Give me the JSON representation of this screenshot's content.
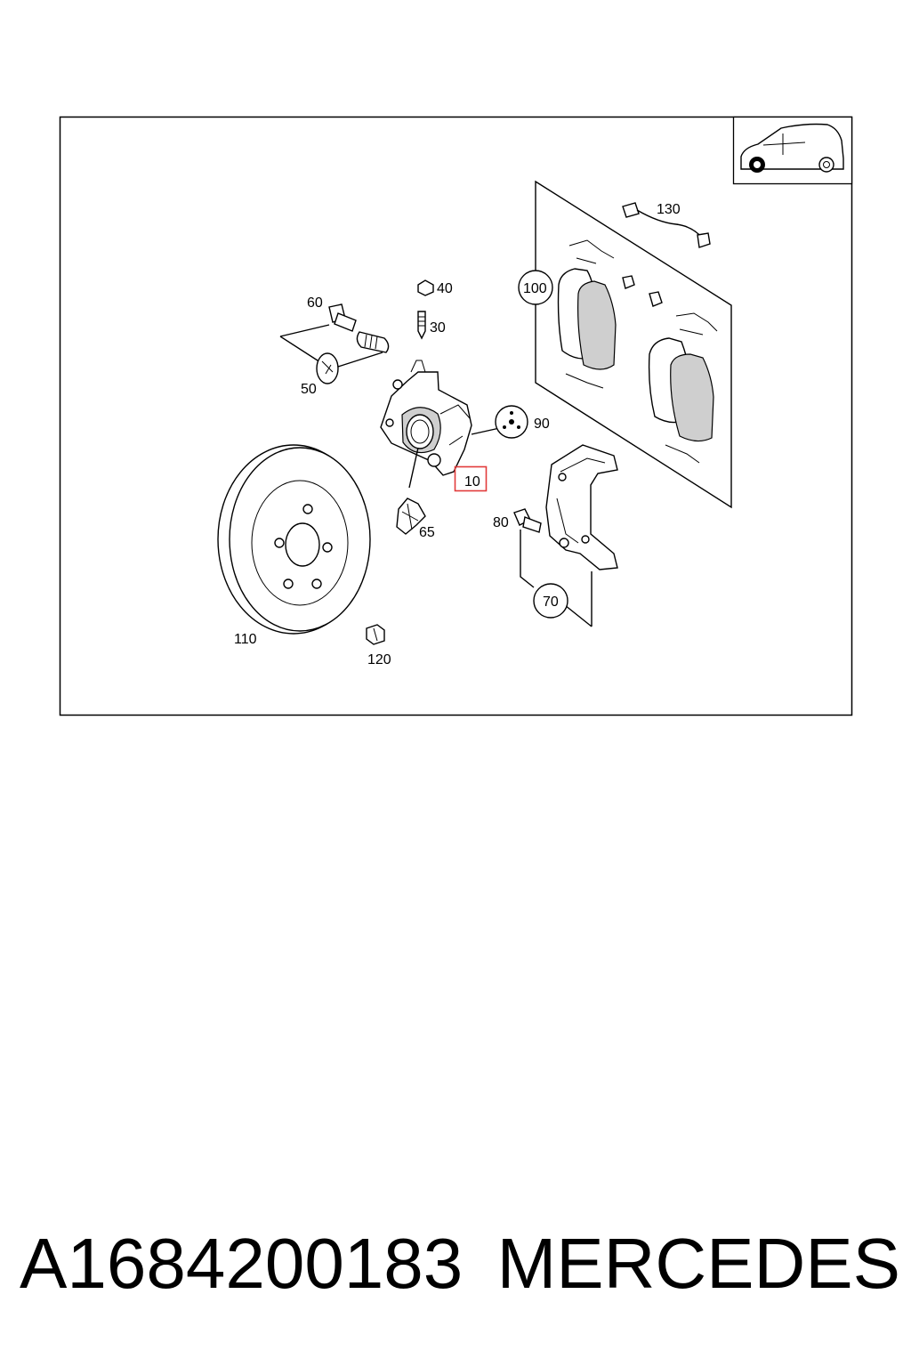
{
  "parts": {
    "p10": "10",
    "p30": "30",
    "p40": "40",
    "p50": "50",
    "p60": "60",
    "p65": "65",
    "p70": "70",
    "p80": "80",
    "p90": "90",
    "p100": "100",
    "p110": "110",
    "p120": "120",
    "p130": "130"
  },
  "highlighted_part": "10",
  "highlight_color": "#e23b3b",
  "icons": {
    "thumbnail": "car-icon"
  },
  "caption": {
    "part_number": "A1684200183",
    "brand": "MERCEDES"
  }
}
